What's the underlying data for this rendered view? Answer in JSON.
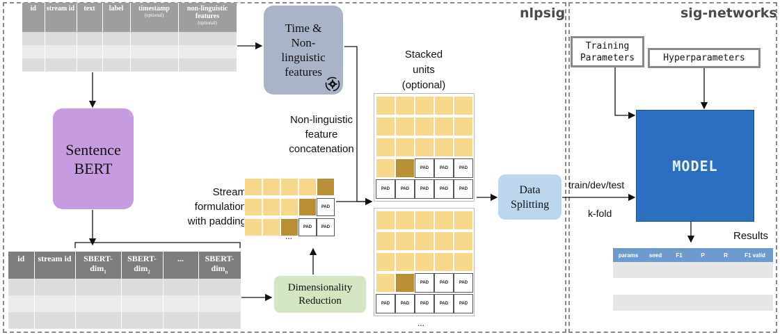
{
  "regions": {
    "nlpsig": "nlpsig",
    "signetworks": "sig-networks"
  },
  "input_table": {
    "headers": [
      {
        "main": "id",
        "sub": ""
      },
      {
        "main": "stream id",
        "sub": ""
      },
      {
        "main": "text",
        "sub": ""
      },
      {
        "main": "label",
        "sub": ""
      },
      {
        "main": "timestamp",
        "sub": "(optional)"
      },
      {
        "main": "non-linguistic features",
        "sub": "(optional)"
      }
    ]
  },
  "sbert_table": {
    "headers": [
      {
        "main": "id",
        "sub": ""
      },
      {
        "main": "stream id",
        "sub": ""
      },
      {
        "main": "SBERT-dim",
        "sub": "1"
      },
      {
        "main": "SBERT-dim",
        "sub": "2"
      },
      {
        "main": "...",
        "sub": ""
      },
      {
        "main": "SBERT-dim",
        "sub": "n"
      }
    ]
  },
  "sentence_bert": {
    "line1": "Sentence",
    "line2": "BERT"
  },
  "time_features": {
    "line1": "Time &",
    "line2": "Non-",
    "line3": "linguistic",
    "line4": "features"
  },
  "gear_icon": "gear-icon",
  "labels": {
    "stacked_units": "Stacked units (optional)",
    "nonling_concat": "Non-linguistic feature concatenation",
    "stream_formulation": "Stream formulation with padding",
    "ellipsis": "...",
    "train_dev_test": "train/dev/test",
    "kfold": "k-fold",
    "results": "Results"
  },
  "dim_reduction": {
    "line1": "Dimensionality",
    "line2": "Reduction"
  },
  "data_splitting": {
    "line1": "Data",
    "line2": "Splitting"
  },
  "pad_label": "PAD",
  "training_parameters": {
    "line1": "Training",
    "line2": "Parameters"
  },
  "hyperparameters": "Hyperparameters",
  "model": "MODEL",
  "results_table": {
    "headers": [
      "params",
      "seed",
      "F1",
      "P",
      "R",
      "F1 valid"
    ]
  },
  "colors": {
    "pad_light": "#f6d78b",
    "pad_dark": "#b98f36",
    "sentence_bert": "#c79be0",
    "time_features": "#aab4c8",
    "dim_reduction": "#d3e6c1",
    "data_splitting": "#bcd6ee",
    "model": "#2c6fc1",
    "results_header": "#6d9bd0"
  }
}
